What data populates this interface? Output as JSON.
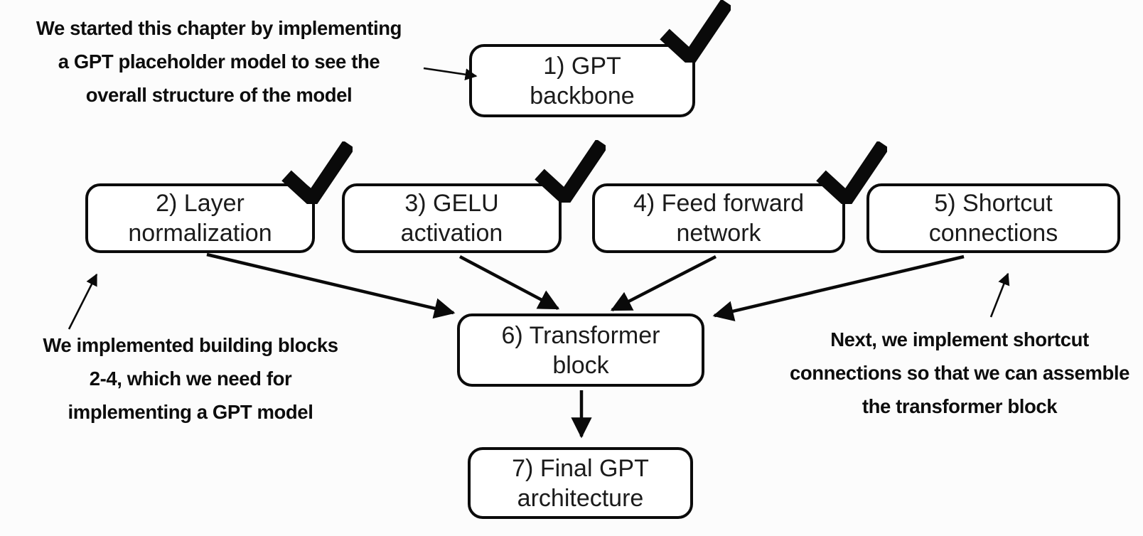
{
  "canvas": {
    "background": "#fcfcfc",
    "ink": "#0a0a0a"
  },
  "notes": {
    "intro": {
      "lines": [
        "We started this chapter by implementing",
        "a GPT placeholder model to see the",
        "overall structure of the model"
      ]
    },
    "building_blocks": {
      "lines": [
        "We implemented building blocks",
        "2-4, which we need for",
        "implementing a GPT model"
      ]
    },
    "next_steps": {
      "lines": [
        "Next, we implement shortcut",
        "connections so that we can assemble",
        "the transformer block"
      ]
    }
  },
  "boxes": {
    "gpt_backbone": {
      "lines": [
        "1) GPT",
        "backbone"
      ],
      "checked": true
    },
    "layer_norm": {
      "lines": [
        "2) Layer",
        "normalization"
      ],
      "checked": true
    },
    "gelu": {
      "lines": [
        "3) GELU",
        "activation"
      ],
      "checked": true
    },
    "feed_forward": {
      "lines": [
        "4) Feed forward",
        "network"
      ],
      "checked": true
    },
    "shortcut": {
      "lines": [
        "5) Shortcut",
        "connections"
      ],
      "checked": false
    },
    "transformer": {
      "lines": [
        "6) Transformer",
        "block"
      ],
      "checked": false
    },
    "final_gpt": {
      "lines": [
        "7) Final GPT",
        "architecture"
      ],
      "checked": false
    }
  }
}
